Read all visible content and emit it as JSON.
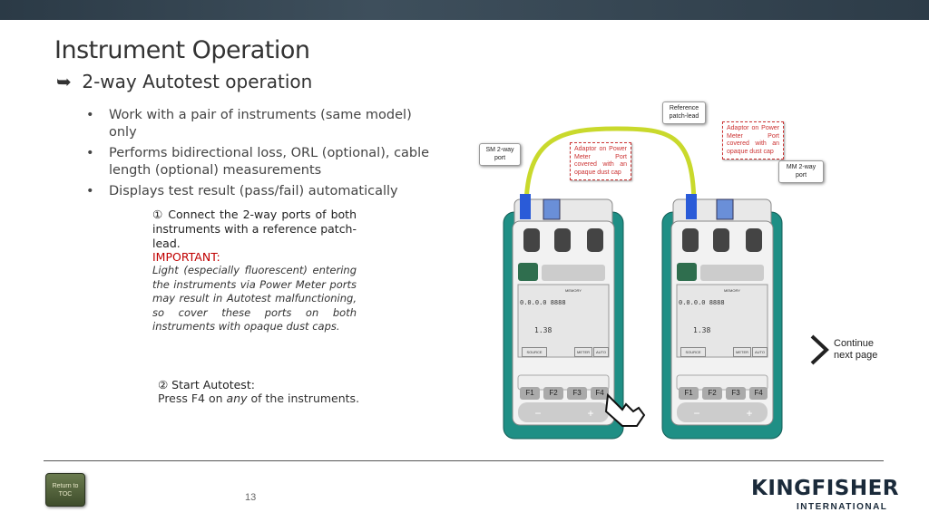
{
  "header": {
    "title": "Instrument Operation",
    "subtitle": "2-way Autotest operation"
  },
  "bullets": [
    "Work with a pair of instruments (same model) only",
    "Performs bidirectional loss, ORL (optional), cable length (optional) measurements",
    "Displays test result (pass/fail) automatically"
  ],
  "step1": "① Connect the 2-way ports of both instruments with a reference patch-lead.",
  "important_label": "IMPORTANT:",
  "important_note": "Light (especially fluorescent) entering the instruments via Power Meter ports may result in Autotest malfunctioning, so cover these ports on both instruments with opaque dust caps.",
  "step2_title": "② Start Autotest:",
  "step2_text": {
    "pre": "Press F4 on ",
    "em": "any",
    "post": " of the instruments."
  },
  "callouts": {
    "reference": "Reference patch-lead",
    "sm_port": "SM 2-way port",
    "adaptor_left": "Adaptor on Power Meter Port covered with an opaque dust cap",
    "adaptor_right": "Adaptor on Power Meter Port covered with an opaque dust cap",
    "mm_port": "MM 2-way port"
  },
  "device": {
    "memory": "MEMORY",
    "source": "SOURCE",
    "meter": "METER",
    "auto": "AUTO",
    "f1": "F1",
    "f2": "F2",
    "f3": "F3",
    "f4": "F4",
    "minus": "−",
    "plus": "+",
    "lcd1": "0.0.0.0 8888",
    "lcd2": "8888",
    "lcd3": "1.38"
  },
  "continue": "Continue next page",
  "return_button": "Return to TOC",
  "page_number": "13",
  "logo": {
    "name": "KINGFISHER",
    "sub": "INTERNATIONAL"
  },
  "colors": {
    "device_body": "#1f8f85",
    "patch_lead": "#c9d92c",
    "important": "#c00000",
    "callout_border": "#cc3333"
  }
}
